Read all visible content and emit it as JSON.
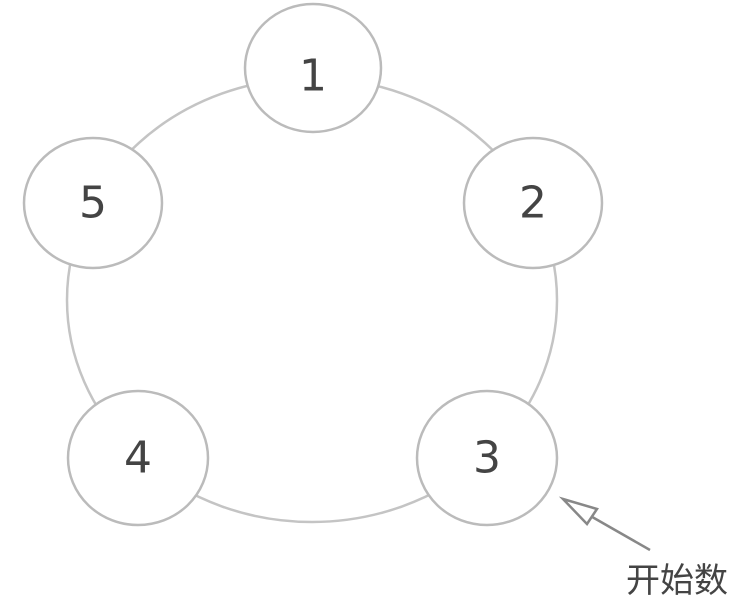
{
  "diagram": {
    "nodes": [
      {
        "label": "1"
      },
      {
        "label": "2"
      },
      {
        "label": "3"
      },
      {
        "label": "4"
      },
      {
        "label": "5"
      }
    ],
    "start_label": "开始数",
    "start_node": "3",
    "colors": {
      "stroke": "#bbbbbb",
      "text": "#444444",
      "arrow": "#888888"
    }
  }
}
